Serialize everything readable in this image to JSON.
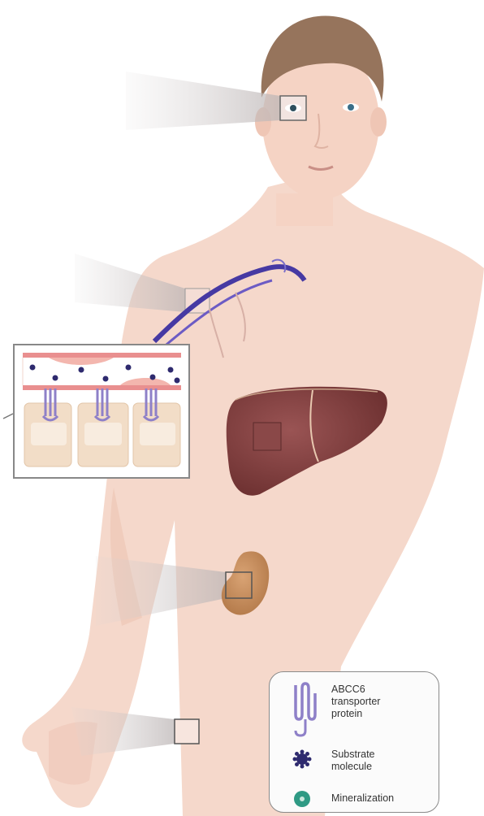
{
  "colors": {
    "skin": "#f4d4c5",
    "skin_shadow": "#e8b8a6",
    "hair": "#8f6f57",
    "liver": "#7c3a3a",
    "kidney": "#c4895a",
    "vein": "#4a3fa0",
    "transporter": "#8e80c8",
    "substrate": "#2e2a6e",
    "mineralization": "#2f9a84",
    "membrane": "#e98f8f"
  },
  "icons": {
    "transporter": "abcc6-transporter-icon",
    "substrate": "substrate-molecule-icon",
    "mineralization": "mineralization-icon"
  },
  "legend": {
    "transporter_label": "ABCC6\ntransporter\nprotein",
    "substrate_label": "Substrate\nmolecule",
    "mineralization_label": "Mineralization"
  }
}
